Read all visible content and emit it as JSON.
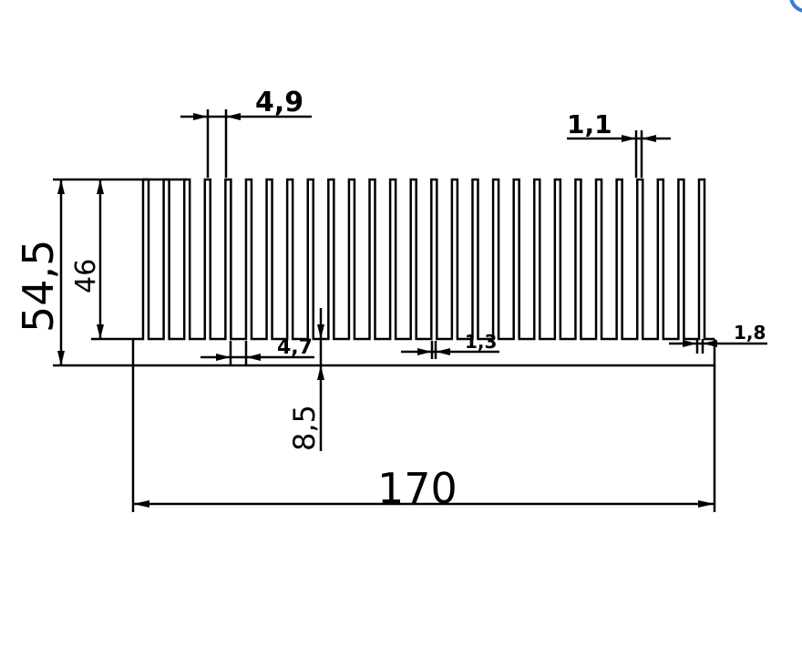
{
  "drawing": {
    "title": "Heatsink profile",
    "fin_count": 28,
    "dimensions": {
      "total_height": "54,5",
      "fin_height": "46",
      "fin_pitch": "4,9",
      "fin_thickness_top": "1,1",
      "fin_gap": "4,7",
      "fin_thickness_base": "1,3",
      "edge_fin_thickness": "1,8",
      "base_thickness": "8,5",
      "total_width": "170"
    },
    "line_color": "#000000",
    "accent_color": "#3b7be0"
  }
}
